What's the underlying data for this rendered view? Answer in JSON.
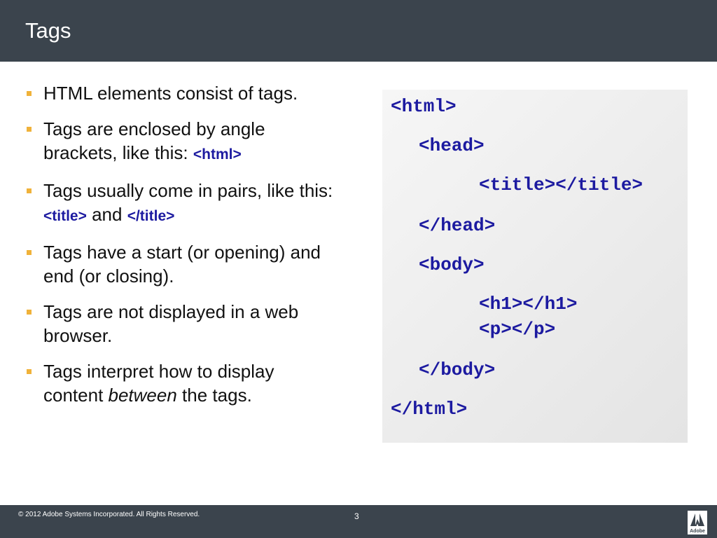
{
  "slide": {
    "title": "Tags",
    "bullets": [
      {
        "parts": [
          {
            "text": "HTML elements consist of tags.",
            "style": "normal"
          }
        ]
      },
      {
        "parts": [
          {
            "text": "Tags are enclosed by angle brackets, like this: ",
            "style": "normal"
          },
          {
            "text": "<html>",
            "style": "code"
          }
        ]
      },
      {
        "parts": [
          {
            "text": "Tags usually come in pairs, like this: ",
            "style": "normal"
          },
          {
            "text": "<title>",
            "style": "code"
          },
          {
            "text": " and ",
            "style": "normal"
          },
          {
            "text": "</title>",
            "style": "code"
          }
        ]
      },
      {
        "parts": [
          {
            "text": "Tags have a start (or opening) and end (or closing).",
            "style": "normal"
          }
        ]
      },
      {
        "parts": [
          {
            "text": "Tags are not displayed in a web browser.",
            "style": "normal"
          }
        ]
      },
      {
        "parts": [
          {
            "text": "Tags interpret how to display content ",
            "style": "normal"
          },
          {
            "text": "between",
            "style": "italic"
          },
          {
            "text": " the tags.",
            "style": "normal"
          }
        ]
      }
    ],
    "code_lines": [
      "<html>",
      "<head>",
      "<title></title>",
      "</head>",
      "<body>",
      "<h1></h1>",
      "<p></p>",
      "</body>",
      "</html>"
    ]
  },
  "footer": {
    "copyright": "© 2012 Adobe Systems Incorporated.  All Rights Reserved.",
    "page_number": "3",
    "logo_text": "Adobe"
  },
  "colors": {
    "title_bar": "#3b444d",
    "bullet_marker": "#f0b23a",
    "code_text": "#1c1aa0"
  }
}
